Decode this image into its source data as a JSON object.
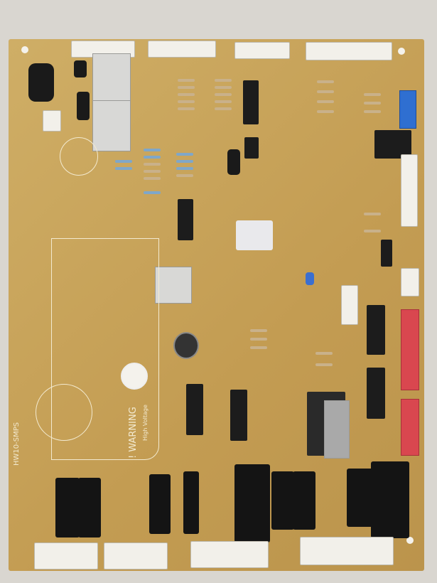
{
  "board": {
    "warning_title": "! WARNING",
    "warning_subtitle": "High Voltage",
    "smps_label": "HW10-SMPS"
  },
  "colors": {
    "pcb": "#c9a45a",
    "connector_white": "#f2f0ea",
    "connector_red": "#d9474f",
    "connector_blue": "#2f6fd1",
    "component_black": "#1c1c1c"
  }
}
